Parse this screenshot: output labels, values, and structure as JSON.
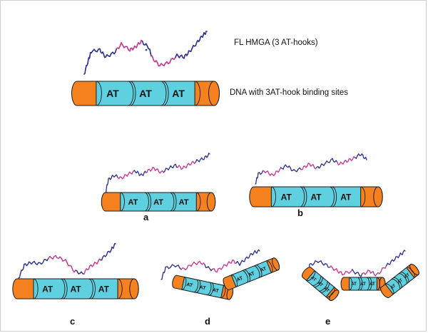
{
  "legend": {
    "protein_label": "FL HMGA (3 AT-hooks)",
    "dna_label": "DNA with 3AT-hook binding sites"
  },
  "site_label": "AT",
  "panels": [
    "a",
    "b",
    "c",
    "d",
    "e"
  ],
  "colors": {
    "dna_end": "#f5821f",
    "dna_body": "#5ed0e0",
    "outline": "#1a1a1a",
    "protein_main": "#2b2f8f",
    "protein_hook": "#c9358f"
  }
}
